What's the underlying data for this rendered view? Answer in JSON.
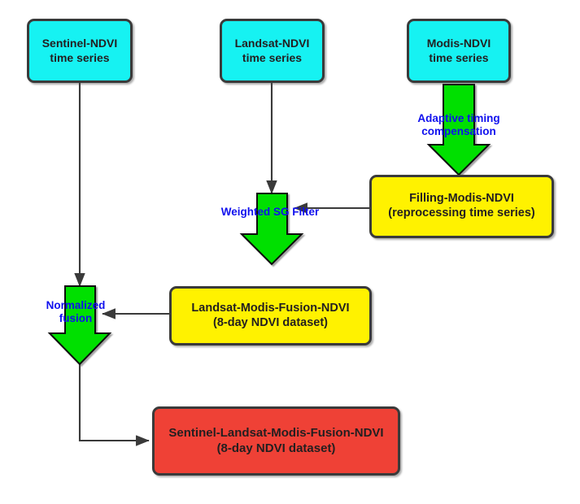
{
  "diagram": {
    "title": "Sentinel-Landsat-Modis NDVI fusion workflow",
    "colors": {
      "input_box": "#16f2f2",
      "intermediate_box": "#fff200",
      "output_box": "#ef4136",
      "process_arrow": "#00e000",
      "process_label": "#1010ee",
      "connector": "#3a3a3a",
      "border": "#3a3a3a",
      "background": "#ffffff"
    },
    "nodes": [
      {
        "id": "sentinel",
        "kind": "input",
        "line1": "Sentinel-NDVI",
        "line2": "time series"
      },
      {
        "id": "landsat",
        "kind": "input",
        "line1": "Landsat-NDVI",
        "line2": "time series"
      },
      {
        "id": "modis",
        "kind": "input",
        "line1": "Modis-NDVI",
        "line2": "time series"
      },
      {
        "id": "filling",
        "kind": "intermediate",
        "line1": "Filling-Modis-NDVI",
        "line2": "(reprocessing time series)"
      },
      {
        "id": "fusion",
        "kind": "intermediate",
        "line1": "Landsat-Modis-Fusion-NDVI",
        "line2": "(8-day NDVI dataset)"
      },
      {
        "id": "final",
        "kind": "output",
        "line1": "Sentinel-Landsat-Modis-Fusion-NDVI",
        "line2": "(8-day NDVI dataset)"
      }
    ],
    "process_arrows": [
      {
        "id": "adaptive",
        "line1": "Adaptive timing",
        "line2": "compensation",
        "from": "modis",
        "to": "filling"
      },
      {
        "id": "sg-filter",
        "line1": "Weighted SG Filter",
        "line2": "",
        "from": "landsat",
        "to": "fusion"
      },
      {
        "id": "normalized",
        "line1": "Normalized",
        "line2": "fusion",
        "from": "sentinel",
        "to": "final"
      }
    ],
    "connectors": [
      {
        "id": "sentinel-to-norm",
        "from": "sentinel",
        "to": "normalized-arrow"
      },
      {
        "id": "landsat-to-sg",
        "from": "landsat",
        "to": "sg-filter-arrow"
      },
      {
        "id": "filling-to-sg",
        "from": "filling",
        "to": "sg-filter-arrow"
      },
      {
        "id": "fusion-to-norm",
        "from": "fusion",
        "to": "normalized-arrow"
      },
      {
        "id": "norm-to-final",
        "from": "normalized-arrow",
        "to": "final"
      }
    ]
  }
}
